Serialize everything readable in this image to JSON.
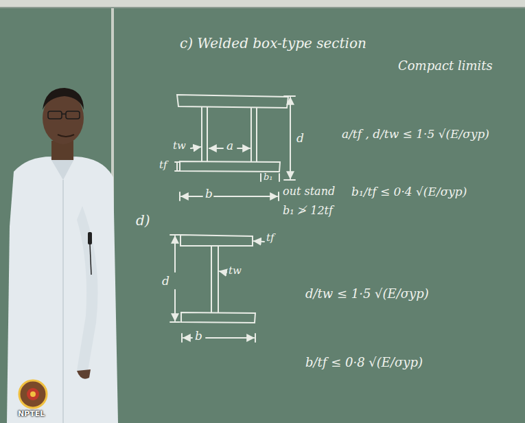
{
  "diagram": {
    "labels": [
      "c) Welded box-type section",
      "Compact limits",
      "tw",
      "a",
      "d",
      "tf",
      "b",
      "b₁",
      "out stand",
      "b₁ ≯ 12tf",
      "a/tf , d/tw ≤ 1·5 √(E/σyp)",
      "b₁/tf ≤ 0·4 √(E/σyp)",
      "d)",
      "tf",
      "d",
      "tw",
      "b",
      "d/tw ≤ 1·5 √(E/σyp)",
      "b/tf ≤ 0·8 √(E/σyp)",
      "NPTEL"
    ]
  }
}
